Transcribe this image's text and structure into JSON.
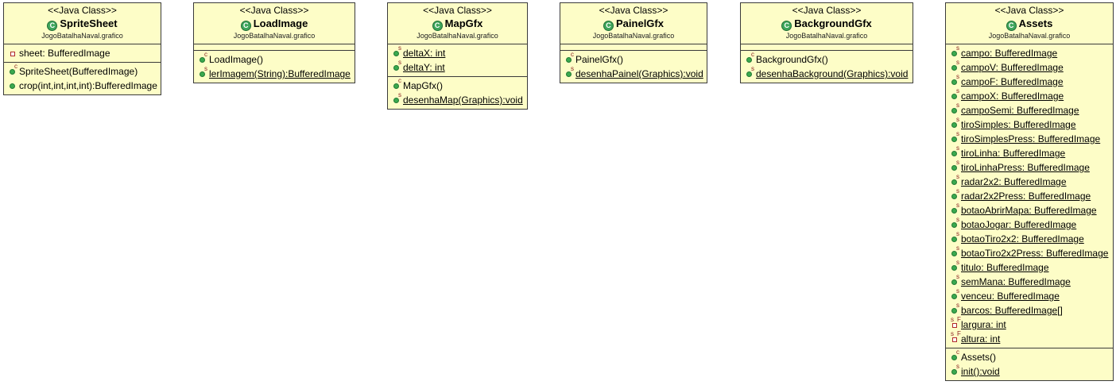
{
  "classes": [
    {
      "stereotype": "<<Java Class>>",
      "name": "SpriteSheet",
      "package": "JogoBatalhaNaval.grafico",
      "attributes": [
        {
          "text": "sheet: BufferedImage",
          "icon": "private-field-icon"
        }
      ],
      "methods": [
        {
          "text": "SpriteSheet(BufferedImage)",
          "icon": "constructor-icon"
        },
        {
          "text": "crop(int,int,int,int):BufferedImage",
          "icon": "public-method-icon"
        }
      ]
    },
    {
      "stereotype": "<<Java Class>>",
      "name": "LoadImage",
      "package": "JogoBatalhaNaval.grafico",
      "attributes": [],
      "methods": [
        {
          "text": "LoadImage()",
          "icon": "constructor-icon"
        },
        {
          "text": "lerImagem(String):BufferedImage",
          "icon": "static-method-icon"
        }
      ]
    },
    {
      "stereotype": "<<Java Class>>",
      "name": "MapGfx",
      "package": "JogoBatalhaNaval.grafico",
      "attributes": [
        {
          "text": "deltaX: int",
          "icon": "static-field-icon"
        },
        {
          "text": "deltaY: int",
          "icon": "static-field-icon"
        }
      ],
      "methods": [
        {
          "text": "MapGfx()",
          "icon": "constructor-icon"
        },
        {
          "text": "desenhaMap(Graphics):void",
          "icon": "static-method-icon"
        }
      ]
    },
    {
      "stereotype": "<<Java Class>>",
      "name": "PainelGfx",
      "package": "JogoBatalhaNaval.grafico",
      "attributes": [],
      "methods": [
        {
          "text": "PainelGfx()",
          "icon": "constructor-icon"
        },
        {
          "text": "desenhaPainel(Graphics):void",
          "icon": "static-method-icon"
        }
      ]
    },
    {
      "stereotype": "<<Java Class>>",
      "name": "BackgroundGfx",
      "package": "JogoBatalhaNaval.grafico",
      "attributes": [],
      "methods": [
        {
          "text": "BackgroundGfx()",
          "icon": "constructor-icon"
        },
        {
          "text": "desenhaBackground(Graphics):void",
          "icon": "static-method-icon"
        }
      ]
    },
    {
      "stereotype": "<<Java Class>>",
      "name": "Assets",
      "package": "JogoBatalhaNaval.grafico",
      "attributes": [
        {
          "text": "campo: BufferedImage",
          "icon": "static-field-icon"
        },
        {
          "text": "campoV: BufferedImage",
          "icon": "static-field-icon"
        },
        {
          "text": "campoF: BufferedImage",
          "icon": "static-field-icon"
        },
        {
          "text": "campoX: BufferedImage",
          "icon": "static-field-icon"
        },
        {
          "text": "campoSemi: BufferedImage",
          "icon": "static-field-icon"
        },
        {
          "text": "tiroSimples: BufferedImage",
          "icon": "static-field-icon"
        },
        {
          "text": "tiroSimplesPress: BufferedImage",
          "icon": "static-field-icon"
        },
        {
          "text": "tiroLinha: BufferedImage",
          "icon": "static-field-icon"
        },
        {
          "text": "tiroLinhaPress: BufferedImage",
          "icon": "static-field-icon"
        },
        {
          "text": "radar2x2: BufferedImage",
          "icon": "static-field-icon"
        },
        {
          "text": "radar2x2Press: BufferedImage",
          "icon": "static-field-icon"
        },
        {
          "text": "botaoAbrirMapa: BufferedImage",
          "icon": "static-field-icon"
        },
        {
          "text": "botaoJogar: BufferedImage",
          "icon": "static-field-icon"
        },
        {
          "text": "botaoTiro2x2: BufferedImage",
          "icon": "static-field-icon"
        },
        {
          "text": "botaoTiro2x2Press: BufferedImage",
          "icon": "static-field-icon"
        },
        {
          "text": "titulo: BufferedImage",
          "icon": "static-field-icon"
        },
        {
          "text": "semMana: BufferedImage",
          "icon": "static-field-icon"
        },
        {
          "text": "venceu: BufferedImage",
          "icon": "static-field-icon"
        },
        {
          "text": "barcos: BufferedImage[]",
          "icon": "static-field-icon"
        },
        {
          "text": "largura: int",
          "icon": "private-static-final-field-icon"
        },
        {
          "text": "altura: int",
          "icon": "private-static-final-field-icon"
        }
      ],
      "methods": [
        {
          "text": "Assets()",
          "icon": "constructor-icon"
        },
        {
          "text": "init():void",
          "icon": "static-method-icon"
        }
      ]
    }
  ]
}
